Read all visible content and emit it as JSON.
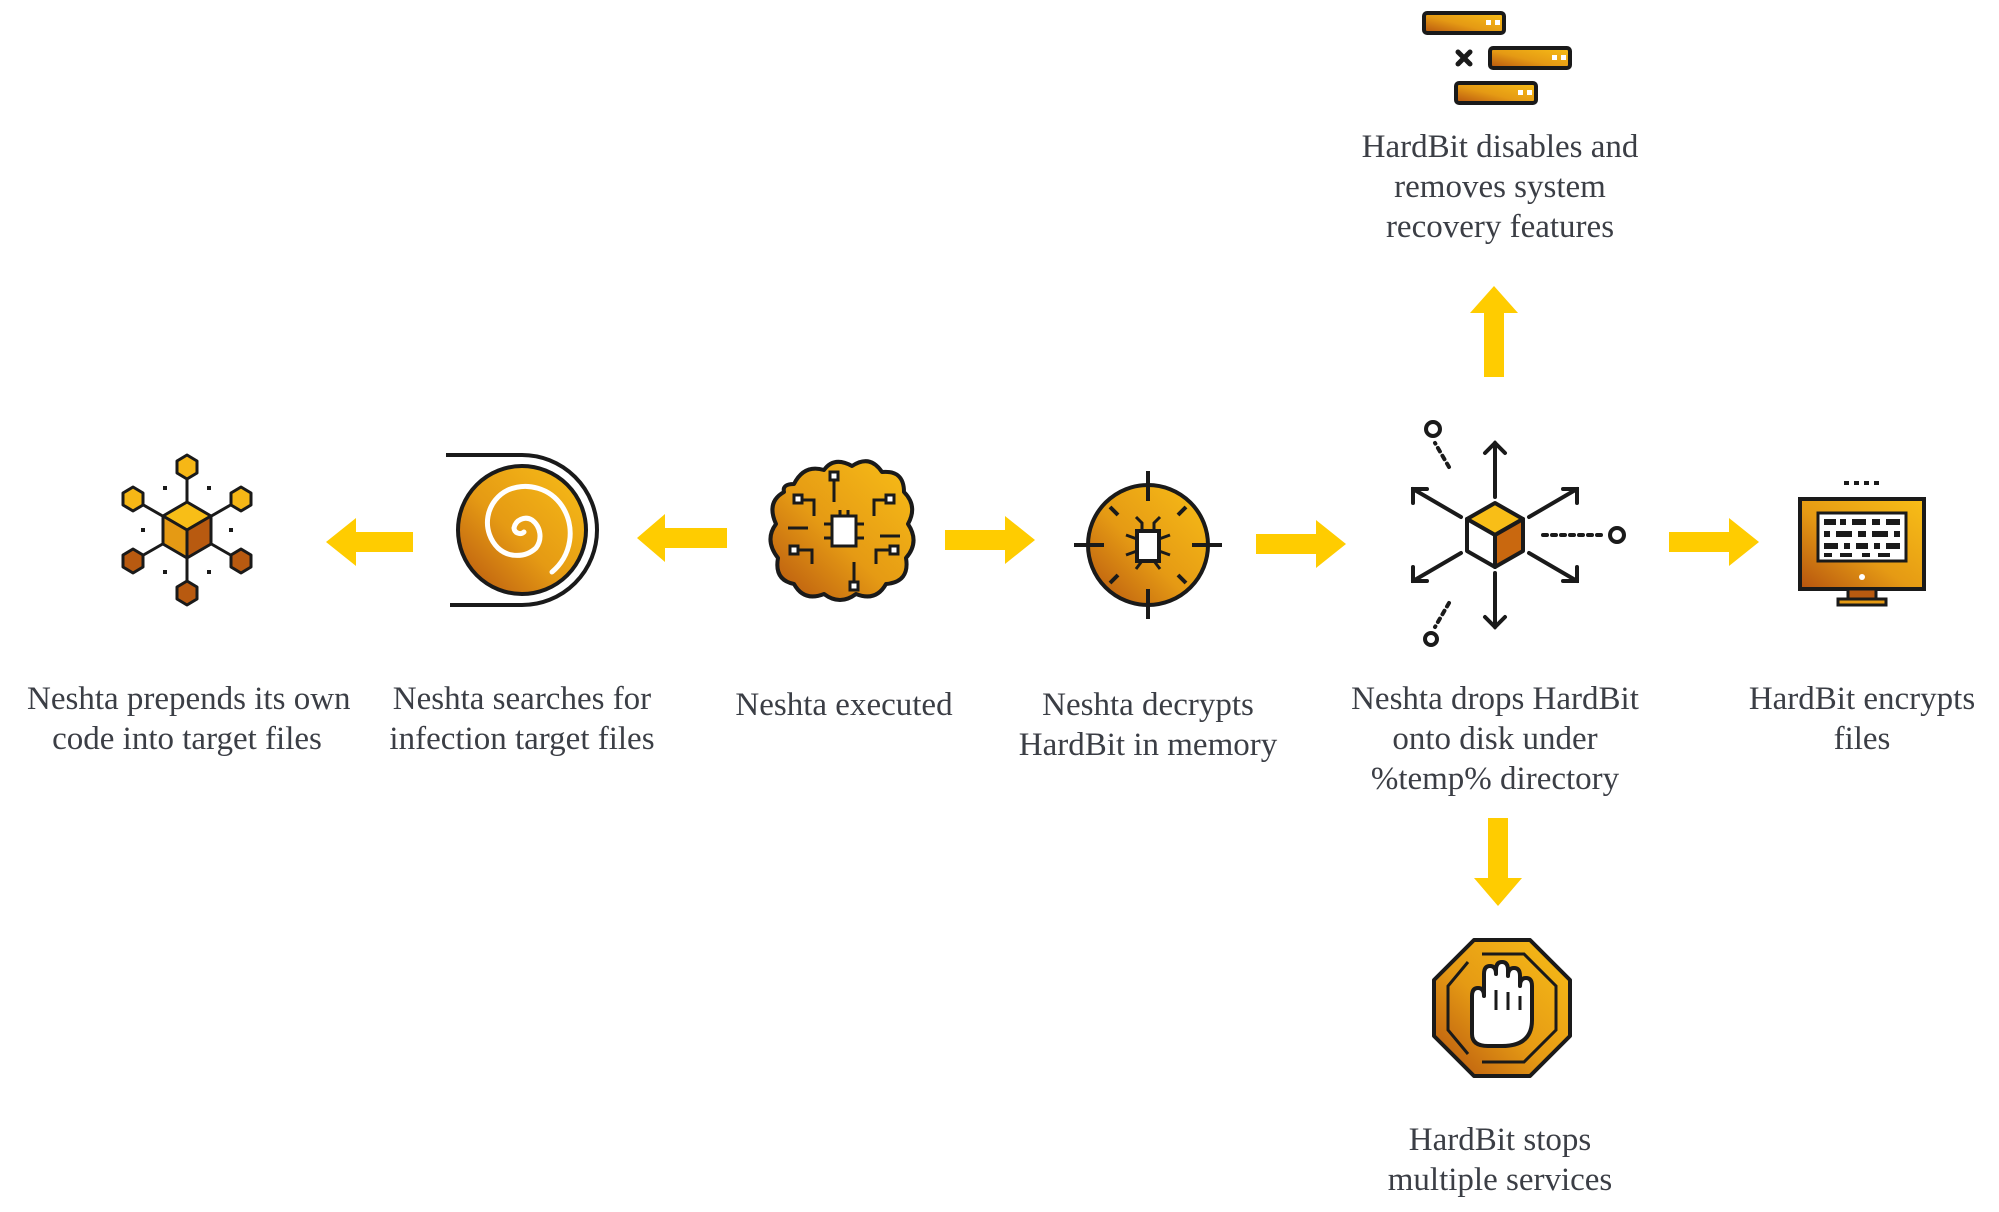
{
  "colors": {
    "arrow": "#FFCC00",
    "outline": "#1a1a1a",
    "fill_light": "#F6B716",
    "fill_dark": "#B85A10",
    "text": "#3b3e45"
  },
  "steps": {
    "prepend": {
      "icon": "hexagon-network-icon",
      "lines": [
        "Neshta prepends its own",
        "code into target files"
      ]
    },
    "search": {
      "icon": "spiral-search-icon",
      "lines": [
        "Neshta searches for",
        "infection target files"
      ]
    },
    "executed": {
      "icon": "circuit-brain-icon",
      "lines": [
        "Neshta executed"
      ]
    },
    "decrypt": {
      "icon": "bug-target-icon",
      "lines": [
        "Neshta decrypts",
        "HardBit in memory"
      ]
    },
    "drop": {
      "icon": "cube-scatter-icon",
      "lines": [
        "Neshta drops HardBit",
        "onto disk under",
        "%temp% directory"
      ]
    },
    "encrypt": {
      "icon": "encrypted-monitor-icon",
      "lines": [
        "HardBit encrypts",
        "files"
      ]
    },
    "disable": {
      "icon": "disabled-servers-icon",
      "lines": [
        "HardBit disables and",
        "removes system",
        "recovery features"
      ]
    },
    "stop": {
      "icon": "stop-hand-icon",
      "lines": [
        "HardBit stops",
        "multiple services"
      ]
    }
  }
}
